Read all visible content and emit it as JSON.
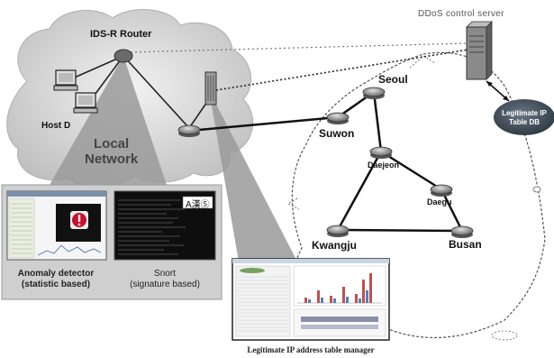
{
  "labels": {
    "ids_router": "IDS-R Router",
    "host": "Host D",
    "local_network": "Local\nNetwork",
    "ddos_server": "DDoS  control server",
    "legit_db": "Legitimate IP\nTable DB",
    "anomaly": "Anomaly detector\n(statistic based)",
    "snort": "Snort\n(signature based)",
    "snort_ime": "A漢⑤",
    "table_manager": "Legitimate IP address table manager"
  },
  "cities": {
    "seoul": "Seoul",
    "suwon": "Suwon",
    "daejeon": "Daejeon",
    "daegu": "Daegu",
    "kwangju": "Kwangju",
    "busan": "Busan"
  },
  "colors": {
    "cloud": "#d6d6d6",
    "panel": "#cfcfcf",
    "beam": "#9a9a9a",
    "link": "#222222",
    "router": "#8e8e8e",
    "db_ellipse": "#3d4852"
  }
}
